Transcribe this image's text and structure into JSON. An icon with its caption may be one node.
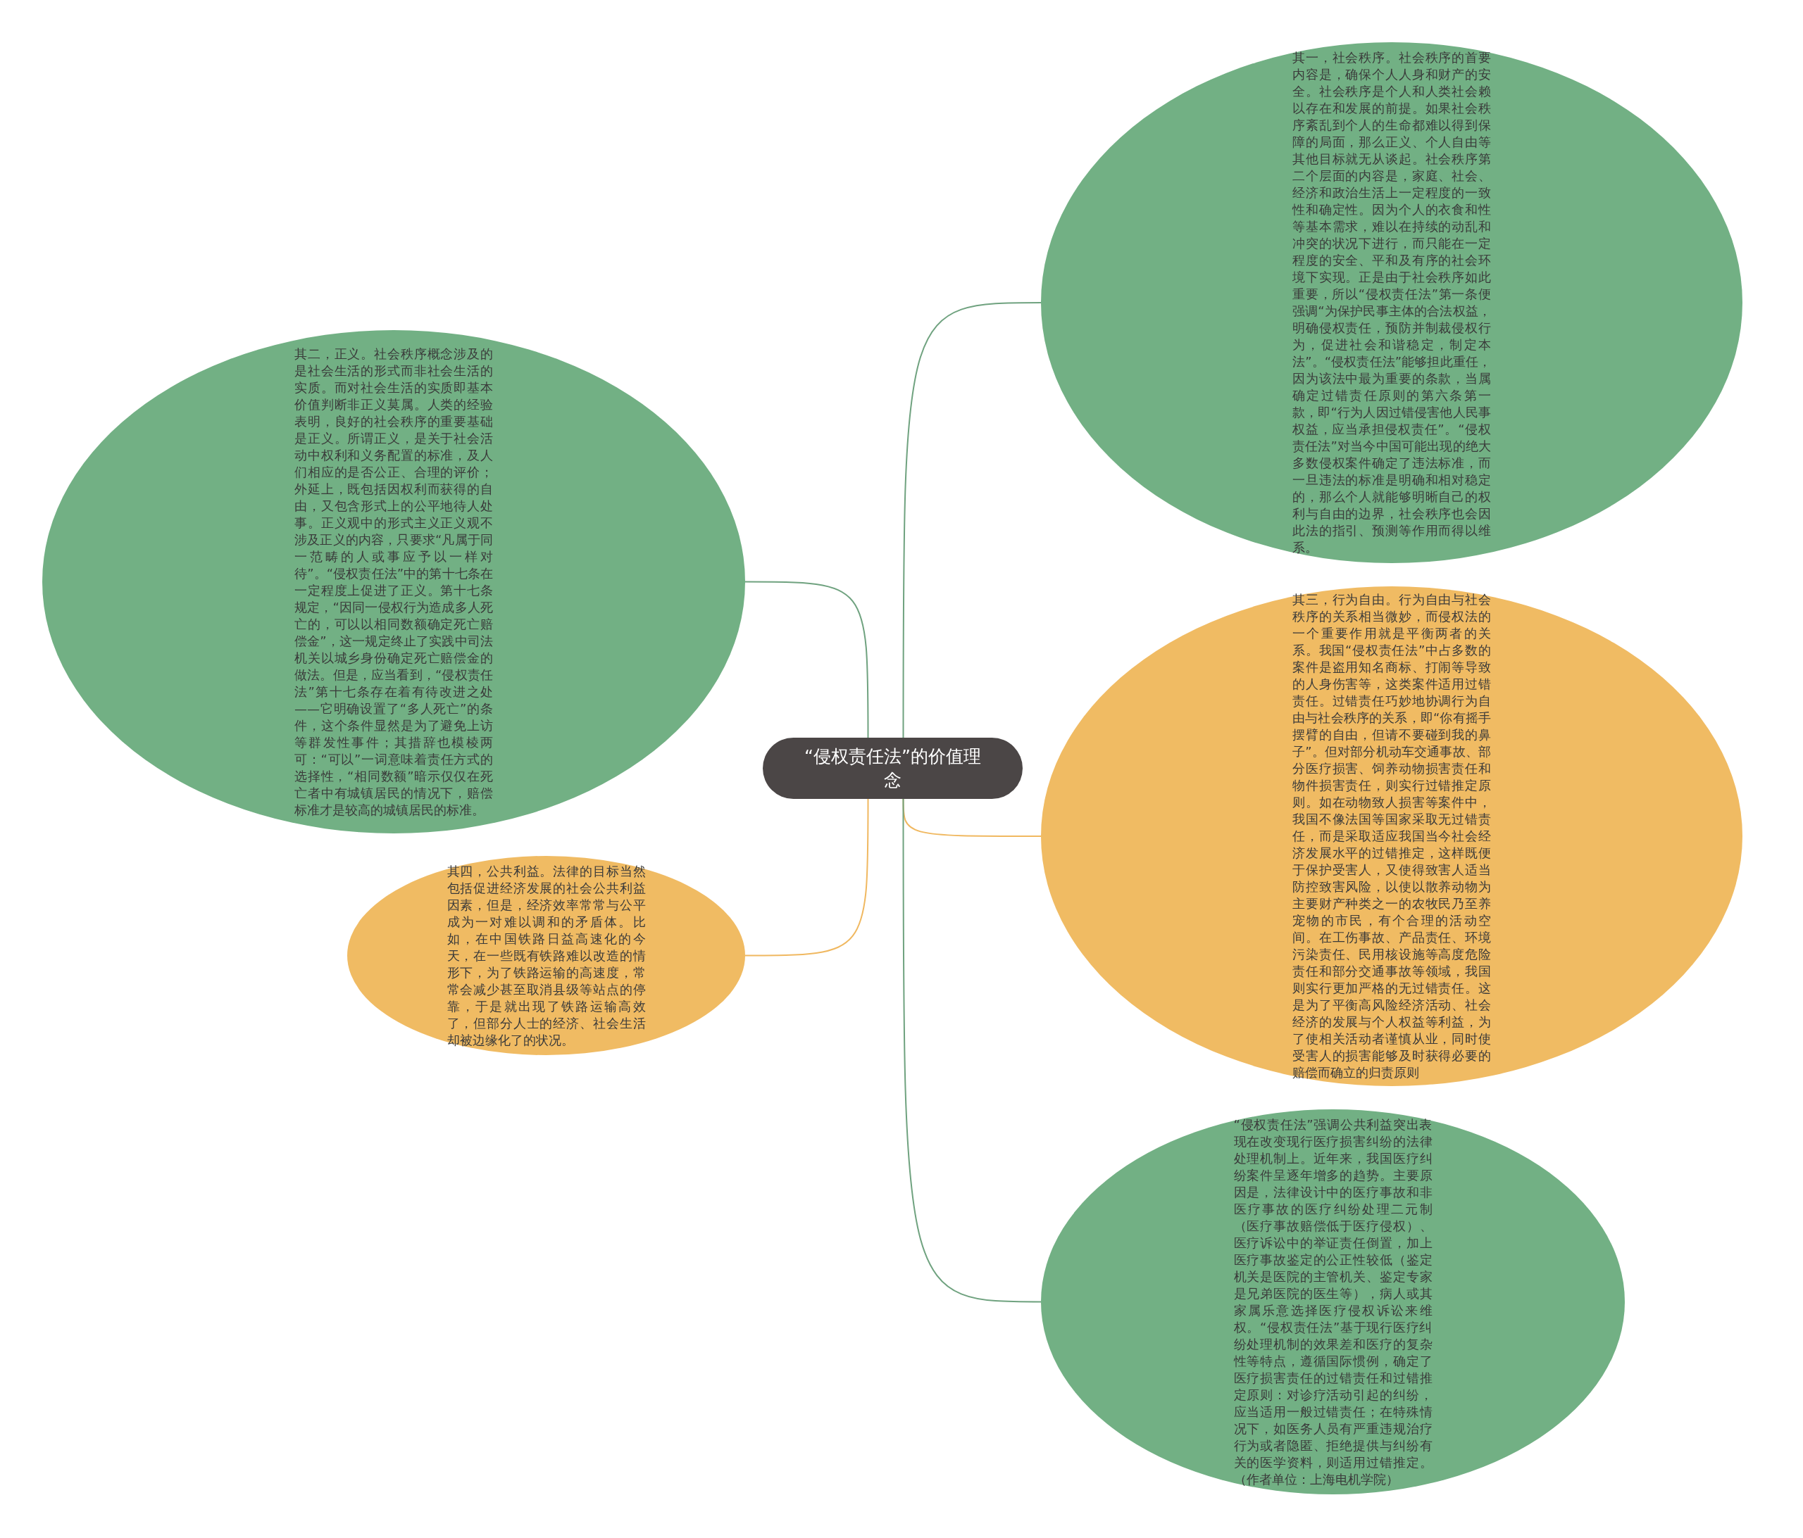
{
  "diagram": {
    "nodes": [
      {
        "text": [
          "“侵权责任法”的价值理念"
        ]
      },
      {
        "text": [
          "其一，社会秩序。社会秩序的首要内容是，确保个人人身和财产的安全。社会秩序是个人和人类社会赖以存在和发展的前提。如果社会秩序紊乱到个人的生命都难以得到保障的局面，那么正义、个人自由等其他目标就无从谈起。社会秩序第二个层面的内容是，家庭、社会、经济和政治生活上一定程度的一致性和确定性。因为个人的衣食和性等基本需求，难以在持续的动乱和冲突的状况下进行，而只能在一定程度的安全、平和及有序的社会环境下实现。正是由于社会秩序如此重要，所以“侵权责任法”第一条便强调“为保护民事主体的合法权益，明确侵权责任，预防并制裁侵权行为，促进社会和谐稳定，制定本法”。“侵权责任法”能够担此重任，因为该法中最为重要的条款，当属确定过错责任原则的第六条第一款，即“行为人因过错侵害他人民事权益，应当承担侵权责任”。“侵权责任法”对当今中国可能出现的绝大多数侵权案件确定了违法标准，而一旦违法的标准是明确和相对稳定的，那么个人就能够明晰自己的权利与自由的边界，社会秩序也会因此法的指引、预测等作用而得以维系。"
        ]
      },
      {
        "text": [
          "其二，正义。社会秩序概念涉及的是社会生活的形式而非社会生活的实质。而对社会生活的实质即基本价值判断非正义莫属。人类的经验表明，良好的社会秩序的重要基础是正义。所谓正义，是关于社会活动中权利和义务配置的标准，及人们相应的是否公正、合理的评价；外延上，既包括因权利而获得的自由，又包含形式上的公平地待人处事。正义观中的形式主义正义观不涉及正义的内容，只要求“凡属于同一范畴的人或事应予以一样对待”。“侵权责任法”中的第十七条在一定程度上促进了正义。第十七条规定，“因同一侵权行为造成多人死亡的，可以以相同数额确定死亡赔偿金”，这一规定终止了实践中司法机关以城乡身份确定死亡赔偿金的做法。但是，应当看到，“侵权责任法”第十七条存在着有待改进之处——它明确设置了“多人死亡”的条件，这个条件显然是为了避免上访等群发性事件；其措辞也模棱两可：“可以”一词意味着责任方式的选择性，“相同数额”暗示仅仅在死亡者中有城镇居民的情况下，赔偿标准才是较高的城镇居民的标准。"
        ]
      },
      {
        "text": [
          "其三，行为自由。行为自由与社会秩序的关系相当微妙，而侵权法的一个重要作用就是平衡两者的关系。我国“侵权责任法”中占多数的案件是盗用知名商标、打闹等导致的人身伤害等，这类案件适用过错责任。过错责任巧妙地协调行为自由与社会秩序的关系，即“你有摇手摆臂的自由，但请不要碰到我的鼻子”。但对部分机动车交通事故、部分医疗损害、饲养动物损害责任和物件损害责任，则实行过错推定原则。如在动物致人损害等案件中，我国不像法国等国家采取无过错责任，而是采取适应我国当今社会经济发展水平的过错推定，这样既便于保护受害人，又使得致害人适当防控致害风险，以使以散养动物为主要财产种类之一的农牧民乃至养宠物的市民，有个合理的活动空间。在工伤事故、产品责任、环境污染责任、民用核设施等高度危险责任和部分交通事故等领域，我国则实行更加严格的无过错责任。这是为了平衡高风险经济活动、社会经济的发展与个人权益等利益，为了使相关活动者谨慎从业，同时使受害人的损害能够及时获得必要的赔偿而确立的归责原则"
        ]
      },
      {
        "text": [
          "其四，公共利益。法律的目标当然包括促进经济发展的社会公共利益因素，但是，经济效率常常与公平成为一对难以调和的矛盾体。比如，在中国铁路日益高速化的今天，在一些既有铁路难以改造的情形下，为了铁路运输的高速度，常常会减少甚至取消县级等站点的停靠，于是就出现了铁路运输高效了，但部分人士的经济、社会生活却被边缘化了的状况。"
        ]
      },
      {
        "text": [
          "“侵权责任法”强调公共利益突出表现在改变现行医疗损害纠纷的法律处理机制上。近年来，我国医疗纠纷案件呈逐年增多的趋势。主要原因是，法律设计中的医疗事故和非医疗事故的医疗纠纷处理二元制（医疗事故赔偿低于医疗侵权）、医疗诉讼中的举证责任倒置，加上医疗事故鉴定的公正性较低（鉴定机关是医院的主管机关、鉴定专家是兄弟医院的医生等），病人或其家属乐意选择医疗侵权诉讼来维权。“侵权责任法”基于现行医疗纠纷处理机制的效果差和医疗的复杂性等特点，遵循国际惯例，确定了医疗损害责任的过错责任和过错推定原则：对诊疗活动引起的纠纷，应当适用一般过错责任；在特殊情况下，如医务人员有严重违规治疗行为或者隐匿、拒绝提供与纠纷有关的医学资料，则适用过错推定。（作者单位：上海电机学院）"
        ]
      }
    ],
    "edges": [
      {
        "from": 0,
        "to": 1,
        "arrow": "none"
      },
      {
        "from": 0,
        "to": 2,
        "arrow": "none"
      },
      {
        "from": 0,
        "to": 3,
        "arrow": "none",
        "color": "#f0b860"
      },
      {
        "from": 0,
        "to": 4,
        "arrow": "none",
        "color": "#f0b860"
      },
      {
        "from": 0,
        "to": 5,
        "arrow": "none"
      }
    ]
  }
}
